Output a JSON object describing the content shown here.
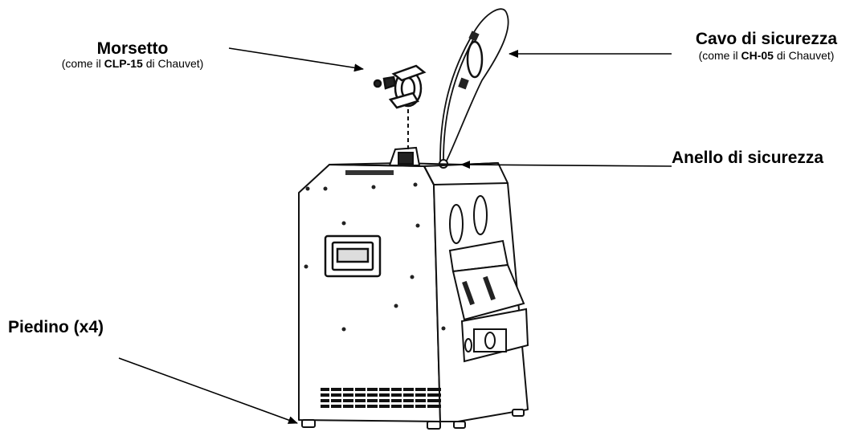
{
  "labels": {
    "morsetto": {
      "title": "Morsetto",
      "sub_prefix": "(come il ",
      "sub_bold": "CLP-15",
      "sub_suffix": " di Chauvet)"
    },
    "cavo": {
      "title": "Cavo di sicurezza",
      "sub_prefix": "(come il ",
      "sub_bold": "CH-05",
      "sub_suffix": " di Chauvet)"
    },
    "anello": {
      "title": "Anello di sicurezza"
    },
    "piedino": {
      "title": "Piedino (x4)"
    }
  }
}
